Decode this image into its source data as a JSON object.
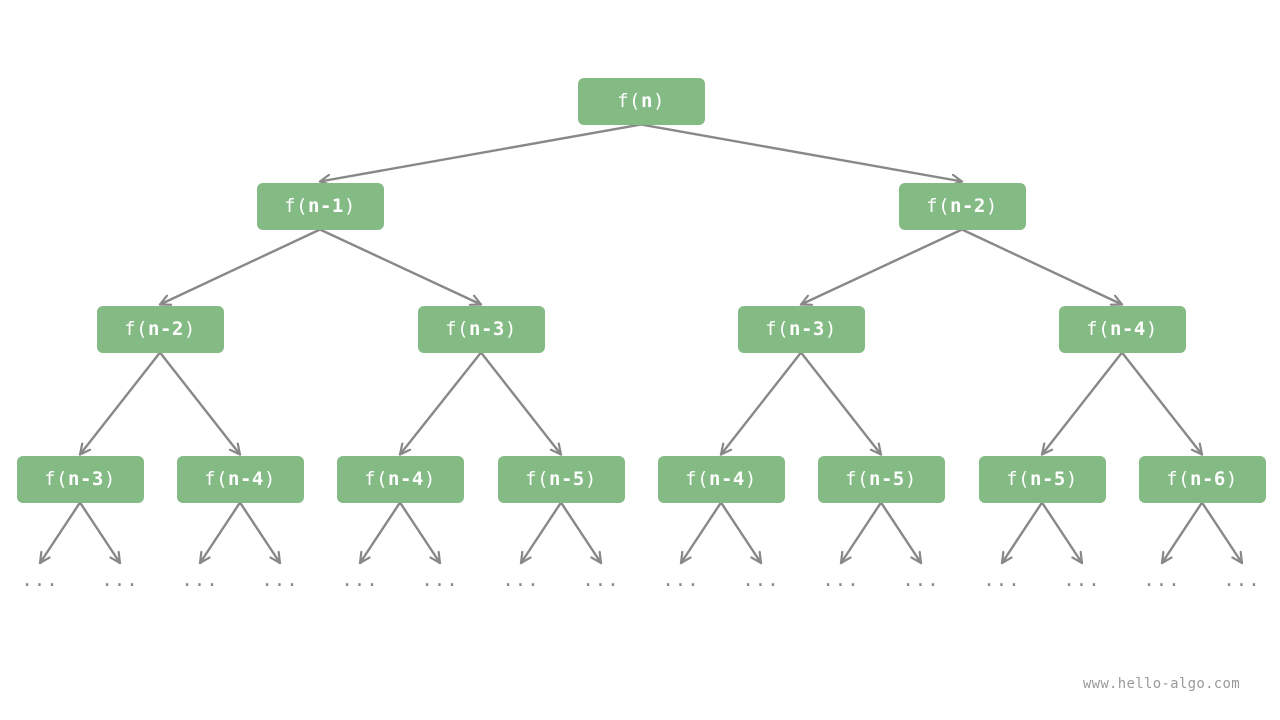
{
  "title": "",
  "nodes": [
    {
      "id": "root",
      "prefix": "f(",
      "arg": "n",
      "suffix": ")"
    },
    {
      "id": "l1-a",
      "prefix": "f(",
      "arg": "n-1",
      "suffix": ")"
    },
    {
      "id": "l1-b",
      "prefix": "f(",
      "arg": "n-2",
      "suffix": ")"
    },
    {
      "id": "l2-a",
      "prefix": "f(",
      "arg": "n-2",
      "suffix": ")"
    },
    {
      "id": "l2-b",
      "prefix": "f(",
      "arg": "n-3",
      "suffix": ")"
    },
    {
      "id": "l2-c",
      "prefix": "f(",
      "arg": "n-3",
      "suffix": ")"
    },
    {
      "id": "l2-d",
      "prefix": "f(",
      "arg": "n-4",
      "suffix": ")"
    },
    {
      "id": "l3-a",
      "prefix": "f(",
      "arg": "n-3",
      "suffix": ")"
    },
    {
      "id": "l3-b",
      "prefix": "f(",
      "arg": "n-4",
      "suffix": ")"
    },
    {
      "id": "l3-c",
      "prefix": "f(",
      "arg": "n-4",
      "suffix": ")"
    },
    {
      "id": "l3-d",
      "prefix": "f(",
      "arg": "n-5",
      "suffix": ")"
    },
    {
      "id": "l3-e",
      "prefix": "f(",
      "arg": "n-4",
      "suffix": ")"
    },
    {
      "id": "l3-f",
      "prefix": "f(",
      "arg": "n-5",
      "suffix": ")"
    },
    {
      "id": "l3-g",
      "prefix": "f(",
      "arg": "n-5",
      "suffix": ")"
    },
    {
      "id": "l3-h",
      "prefix": "f(",
      "arg": "n-6",
      "suffix": ")"
    }
  ],
  "edges": [
    [
      "root",
      "l1-a"
    ],
    [
      "root",
      "l1-b"
    ],
    [
      "l1-a",
      "l2-a"
    ],
    [
      "l1-a",
      "l2-b"
    ],
    [
      "l1-b",
      "l2-c"
    ],
    [
      "l1-b",
      "l2-d"
    ],
    [
      "l2-a",
      "l3-a"
    ],
    [
      "l2-a",
      "l3-b"
    ],
    [
      "l2-b",
      "l3-c"
    ],
    [
      "l2-b",
      "l3-d"
    ],
    [
      "l2-c",
      "l3-e"
    ],
    [
      "l2-c",
      "l3-f"
    ],
    [
      "l2-d",
      "l3-g"
    ],
    [
      "l2-d",
      "l3-h"
    ]
  ],
  "ellipsis_text": "...",
  "watermark": "www.hello-algo.com",
  "colors": {
    "node_fill": "#84ba84",
    "node_text": "#ffffff",
    "edge": "#888888",
    "ellipsis": "#8a8a8a",
    "watermark": "#9a9a9a"
  }
}
